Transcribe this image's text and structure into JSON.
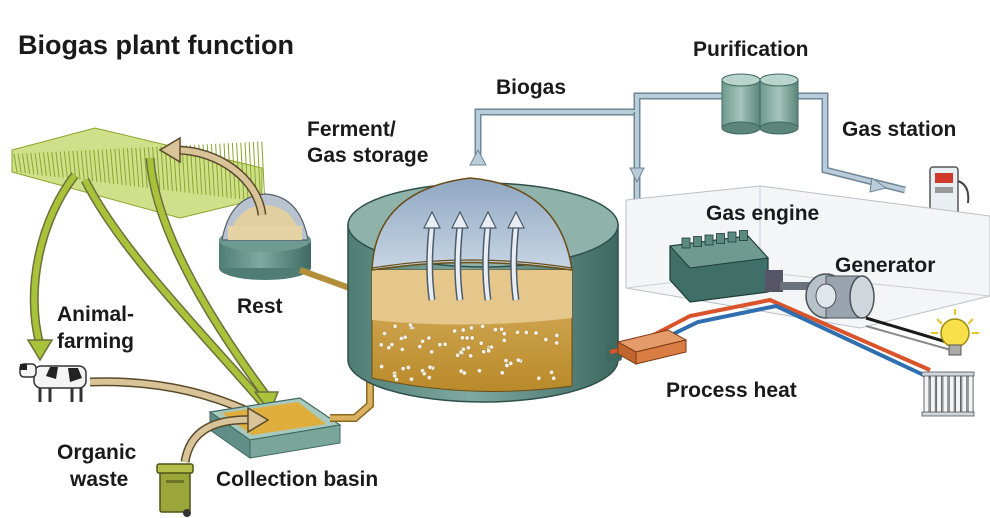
{
  "title": "Biogas plant function",
  "labels": {
    "biogas": "Biogas",
    "purification": "Purification",
    "gas_station": "Gas station",
    "ferment_line1": "Ferment/",
    "ferment_line2": "Gas storage",
    "gas_engine": "Gas engine",
    "generator": "Generator",
    "rest": "Rest",
    "animal_line1": "Animal-",
    "animal_line2": "farming",
    "organic_line1": "Organic",
    "organic_line2": "waste",
    "collection_basin": "Collection basin",
    "process_heat": "Process heat"
  },
  "colors": {
    "pipe": "#9fb6c6",
    "tank_green": "#5f8f86",
    "substrate": "#d4a63c",
    "gas_dome": "#a9bed2",
    "crop": "#a8c23a",
    "arrow_tan": "#d9c49a",
    "hot_line": "#d9532b",
    "cold_line": "#2f6fb0"
  },
  "icons": [
    "cow-icon",
    "waste-bin-icon",
    "gas-pump-icon",
    "light-bulb-icon",
    "radiator-icon",
    "gas-engine-icon",
    "generator-icon",
    "crop-field-icon"
  ]
}
